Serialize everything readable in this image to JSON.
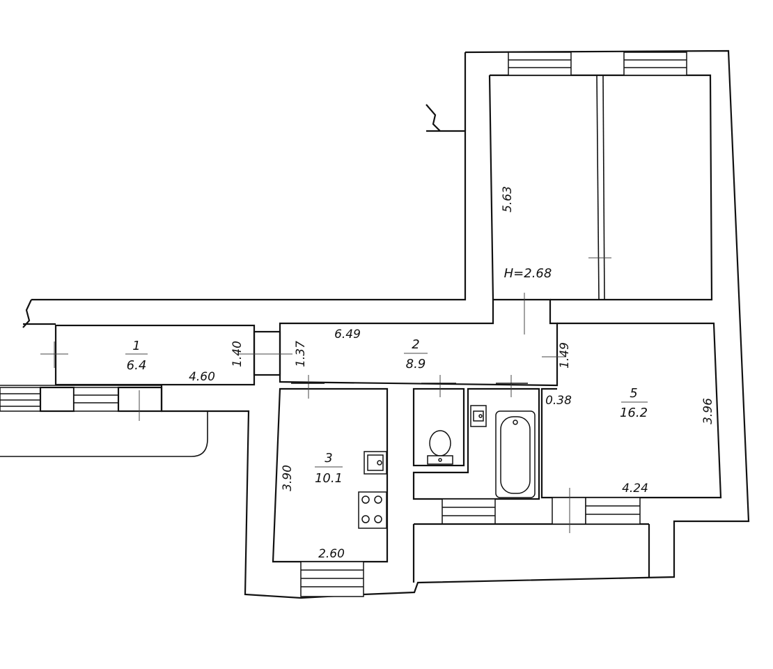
{
  "ceiling_height": "H=2.68",
  "rooms": [
    {
      "number": "1",
      "area": "6.4"
    },
    {
      "number": "2",
      "area": "8.9"
    },
    {
      "number": "3",
      "area": "10.1"
    },
    {
      "number": "5",
      "area": "16.2"
    }
  ],
  "dimensions": {
    "r1_length": "4.60",
    "r1_width": "1.40",
    "r2_length": "6.49",
    "r2_width_left": "1.37",
    "r2_width_right": "1.49",
    "r3_length": "3.90",
    "r3_width": "2.60",
    "r5_offset": "0.38",
    "r5_length": "3.96",
    "r5_width": "4.24",
    "north_room_length": "5.63"
  }
}
